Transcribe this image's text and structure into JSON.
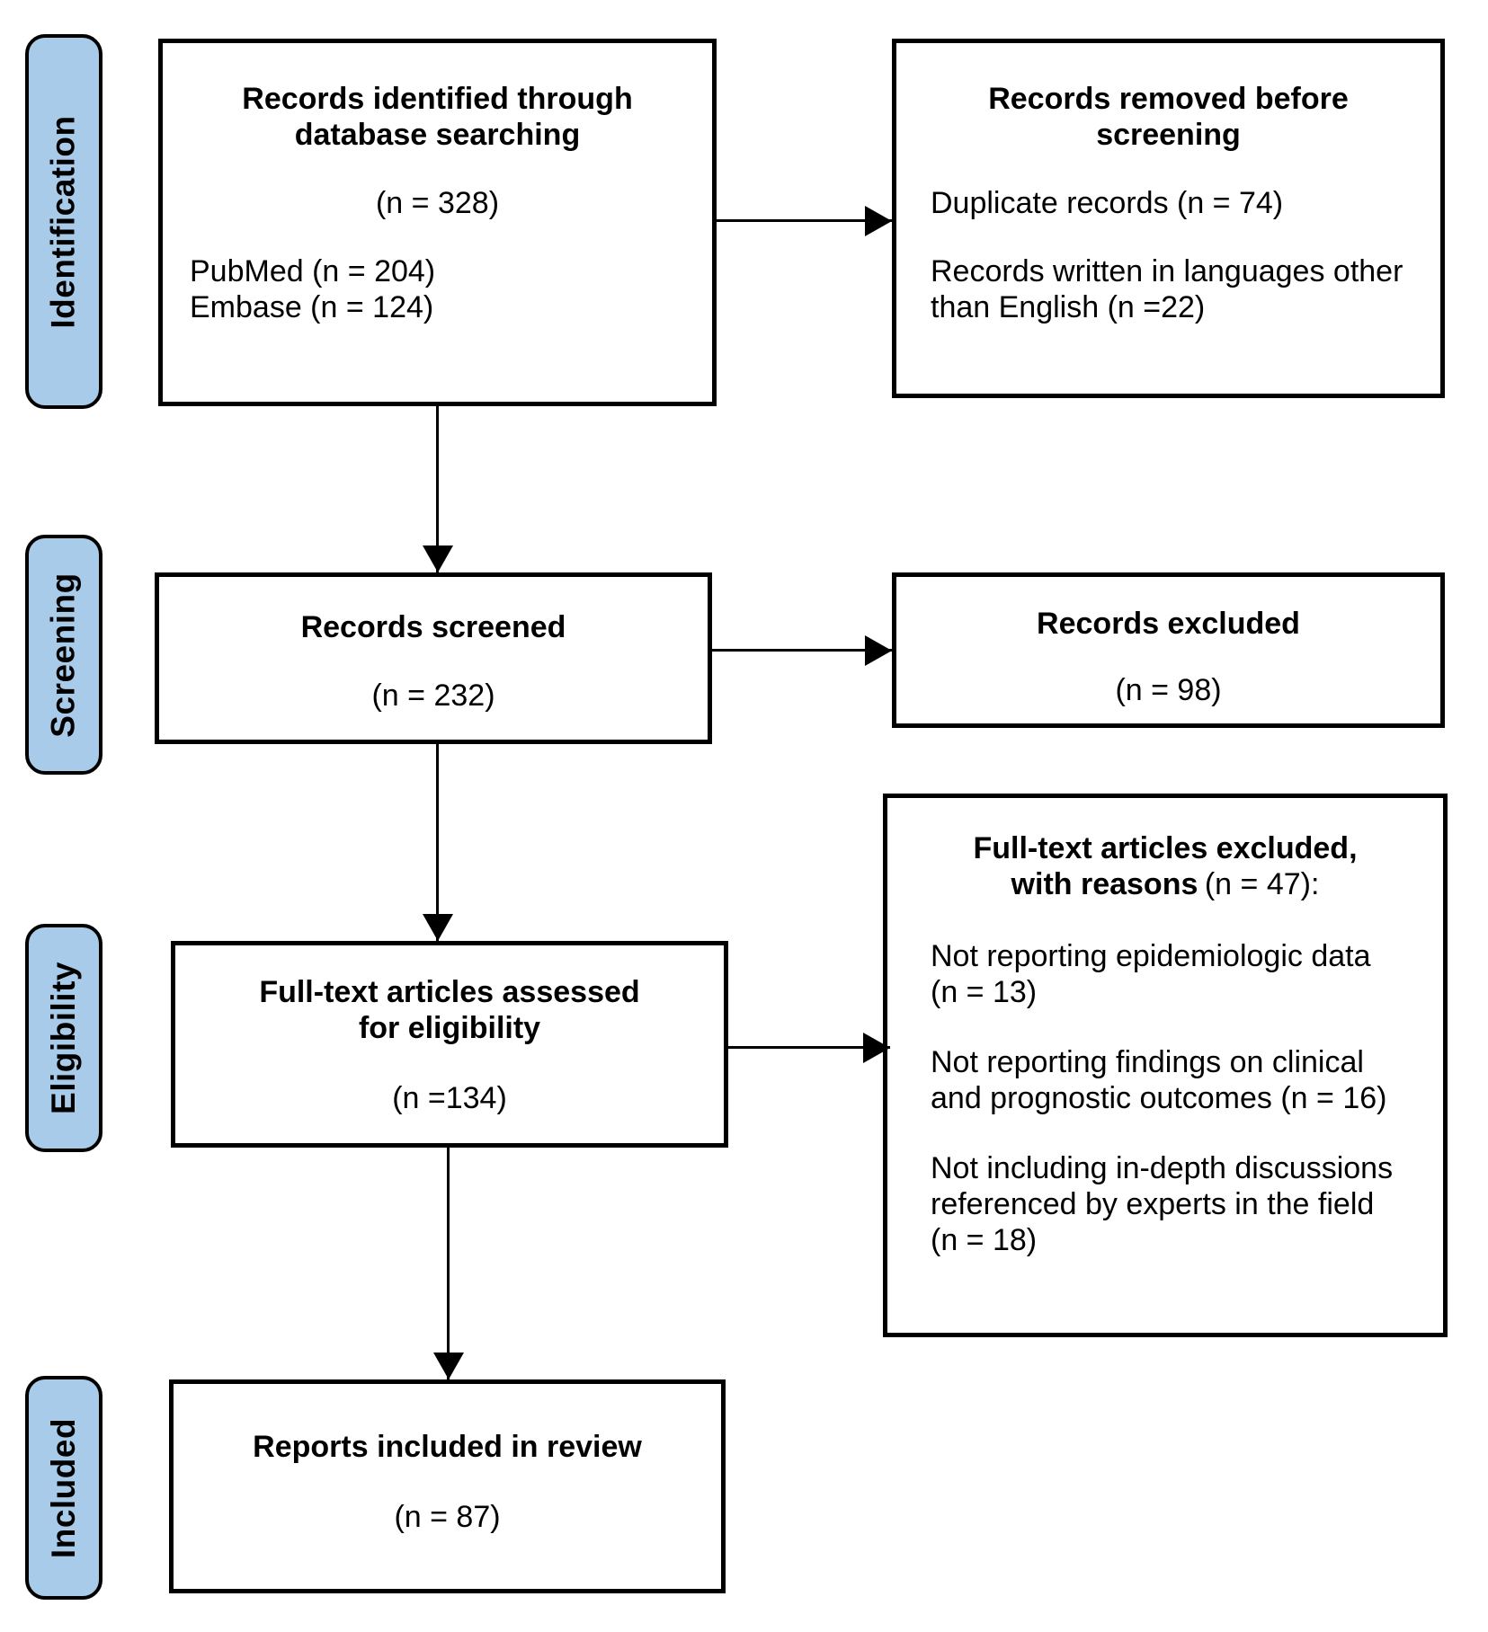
{
  "diagram": {
    "stages": [
      {
        "label": "Identification"
      },
      {
        "label": "Screening"
      },
      {
        "label": "Eligibility"
      },
      {
        "label": "Included"
      }
    ],
    "boxes": {
      "records_identified": {
        "title": "Records identified through database searching",
        "count": "(n = 328)",
        "sources": [
          "PubMed (n = 204)",
          "Embase (n = 124)"
        ]
      },
      "records_removed": {
        "title": "Records removed before screening",
        "reasons": [
          "Duplicate records (n = 74)",
          "Records written in languages other than English (n =22)"
        ]
      },
      "records_screened": {
        "title": "Records screened",
        "count": "(n = 232)"
      },
      "records_excluded": {
        "title": "Records excluded",
        "count": "(n = 98)"
      },
      "fulltext_assessed": {
        "title": "Full-text articles assessed for eligibility",
        "count": "(n =134)"
      },
      "fulltext_excluded": {
        "title_line1": "Full-text articles excluded,",
        "title_line2_bold": "with reasons",
        "title_line2_regular": "(n = 47):",
        "reasons": [
          "Not reporting epidemiologic data (n = 13)",
          "Not reporting findings on clinical and prognostic outcomes (n = 16)",
          "Not including in-depth discussions referenced by experts in the field (n = 18)"
        ]
      },
      "reports_included": {
        "title": "Reports included in review",
        "count": "(n = 87)"
      }
    },
    "colors": {
      "stage_fill": "#a9cbea",
      "border": "#000000",
      "text": "#000000",
      "background": "#ffffff"
    }
  }
}
